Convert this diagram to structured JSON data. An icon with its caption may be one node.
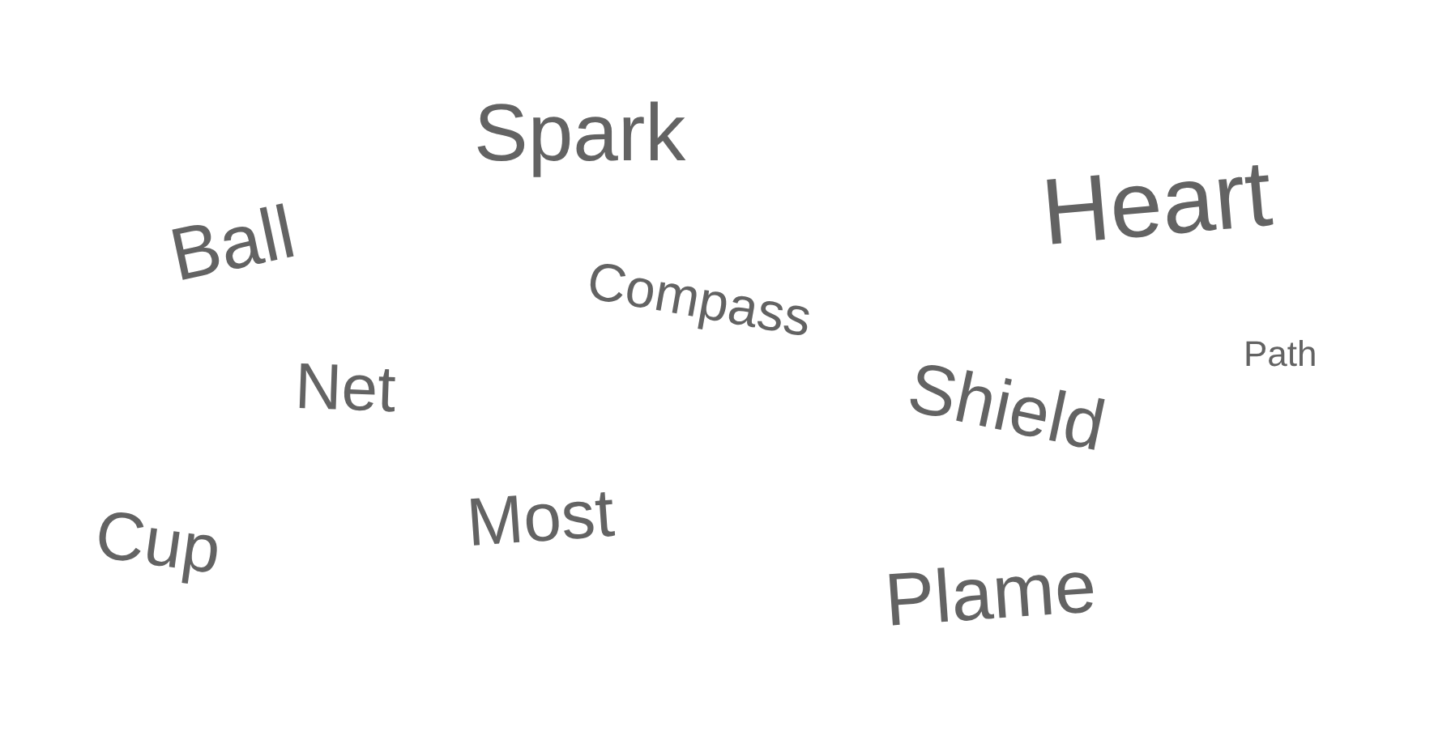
{
  "diagram": {
    "labels": [
      "Spark",
      "Ball",
      "Heart",
      "Compass",
      "Net",
      "Path",
      "Shield",
      "Cup",
      "Most",
      "Plame"
    ]
  }
}
